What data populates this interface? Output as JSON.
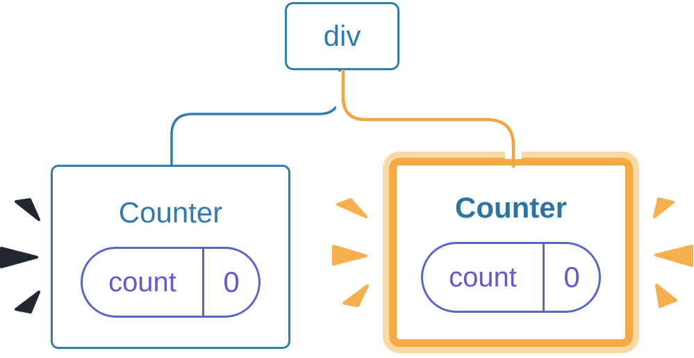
{
  "diagram": {
    "root_node": {
      "label": "div"
    },
    "left_counter": {
      "title": "Counter",
      "state_key": "count",
      "state_value": "0"
    },
    "right_counter": {
      "title": "Counter",
      "state_key": "count",
      "state_value": "0"
    }
  },
  "colors": {
    "blue": "#2E7CB2",
    "blue_bold": "#2B74A6",
    "purple_border": "#5A64C8",
    "purple_text": "#6459D4",
    "orange_line": "#F2A53C",
    "orange_inner_border": "#F4A942",
    "orange_outer_border": "#FBD9A4",
    "orange_burst": "#F6AF4D",
    "navy_burst": "#23272F",
    "card_bg": "#FFFFFF"
  }
}
